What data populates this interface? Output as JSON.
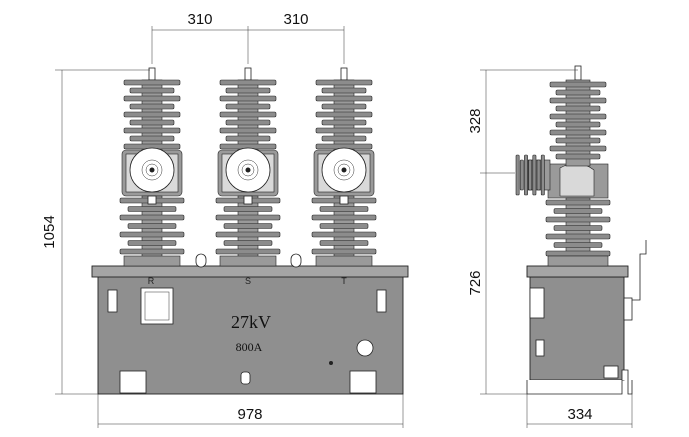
{
  "dimensions": {
    "phase_spacing_left": "310",
    "phase_spacing_right": "310",
    "front_height": "1054",
    "front_width": "978",
    "side_upper_height": "328",
    "side_lower_height": "726",
    "side_width": "334"
  },
  "nameplate": {
    "voltage": "27kV",
    "current": "800A"
  },
  "phase_labels": [
    "R",
    "S",
    "T"
  ],
  "colors": {
    "line": "#222222",
    "fill_gray": "#8f8f8f",
    "background": "#ffffff"
  }
}
